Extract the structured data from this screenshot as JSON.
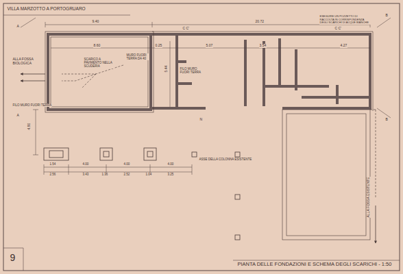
{
  "diagram": {
    "title": "VILLA MARZOTTO A PORTOGRUARO",
    "caption": "PIANTA DELLE FONDAZIONI E SCHEMA DEGLI SCARICHI - 1:50",
    "labels": [
      "9",
      "ALLA FOSSA BIOLOGICA",
      "SCARICO A PAVIMENTO NELLA SCUDERIA",
      "MURO FUORI TERRA DA 40",
      "FILO MURO FUORI TERRA",
      "FILO MURO FUORI TERRA",
      "ESEGUIRE UN POZZETTO DI RACCOLTA IN CORRISPONDENZA DEGLI SCARICHI DI ACQUE BIANCHE",
      "ASSE DELLA COLONNA ESISTENTE",
      "ALLA FOSSA ESISTENTE",
      "N",
      "9.40",
      "20.72",
      "8.60",
      "0.25",
      "5.07",
      "3.54",
      "4.27",
      "4.90",
      "5.44",
      "1.54",
      "4.00",
      "4.00",
      "4.00",
      "2.56",
      "3.43",
      "1.36",
      "2.52",
      "1.04",
      "3.25",
      "C C'",
      "C C'",
      "A",
      "A",
      "B",
      "B"
    ]
  }
}
